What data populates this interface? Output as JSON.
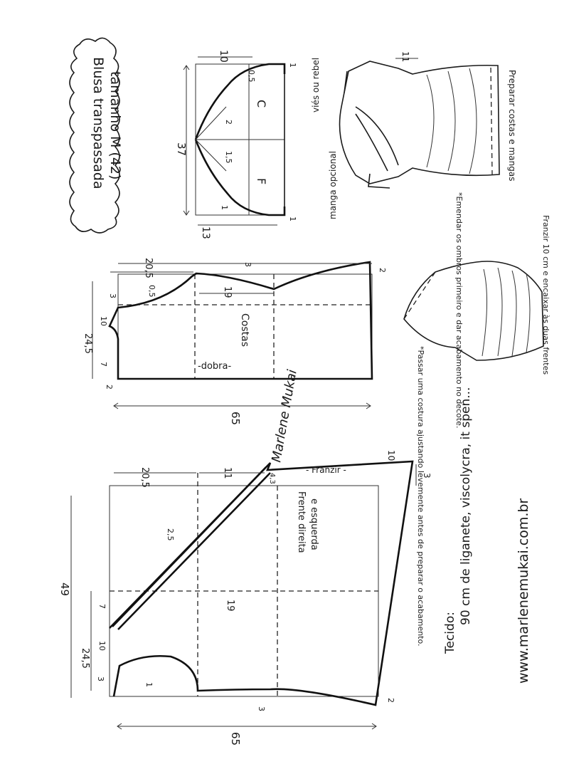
{
  "title": {
    "line1": "Blusa transpassada",
    "line2": "tamanho M (42)"
  },
  "sleeve": {
    "measures": {
      "top_width": "10",
      "total_height": "37",
      "bottom_width": "13",
      "right_top": "1",
      "right_bottom": "1",
      "curve_upper": "0,5",
      "curve_mid": "2",
      "curve_low": "1,5",
      "curve_end": "1"
    },
    "label_back": "C",
    "label_front": "F"
  },
  "sketch": {
    "measure": "11",
    "note_vies": "viés ou rebel",
    "note_manga": "manga opcional",
    "note_preparar": "Preparar costas e mangas"
  },
  "instructions": {
    "emendar": "*Emendar os ombros primeiro e dar acabamento no decote.",
    "franzir_note": "Franzir 10 cm e encaixar às duas frentes",
    "passar": "*Passar uma costura ajustando levemente antes de preparar o acabamento."
  },
  "back_piece": {
    "label": "Costas",
    "fold": "-dobra-",
    "measures": {
      "shoulder_width": "20,5",
      "neck_curve": "0,5",
      "neck_drop": "3",
      "center_height": "24,5",
      "neck_width": "10",
      "lower_section": "7",
      "bottom_step": "2",
      "side_drop": "19",
      "armhole_curve": "3",
      "hem_step": "2",
      "length": "65"
    }
  },
  "front_piece": {
    "label_line1": "Frente direita",
    "label_line2": "e esquerda",
    "franzir": "- Franzir -",
    "measures": {
      "total_width": "49",
      "shoulder_width": "20,5",
      "extension": "11",
      "wrap_top": "10",
      "wrap_drop": "3",
      "small_drop": "4,3",
      "diagonal_curve": "2,5",
      "side_drop": "19",
      "center_height": "24,5",
      "neck_width": "10",
      "neck_drop": "3",
      "lower_section": "7",
      "neck_curve": "1",
      "armhole_curve": "3",
      "hem_step": "2",
      "length": "65"
    }
  },
  "fabric": {
    "label": "Tecido:",
    "text": "90 cm de liganete, viscolycra, it spen..."
  },
  "website": "www.marlenemukai.com.br",
  "signature": "Marlene Mukai",
  "colors": {
    "ink": "#1a1a1a",
    "paper": "#ffffff"
  }
}
